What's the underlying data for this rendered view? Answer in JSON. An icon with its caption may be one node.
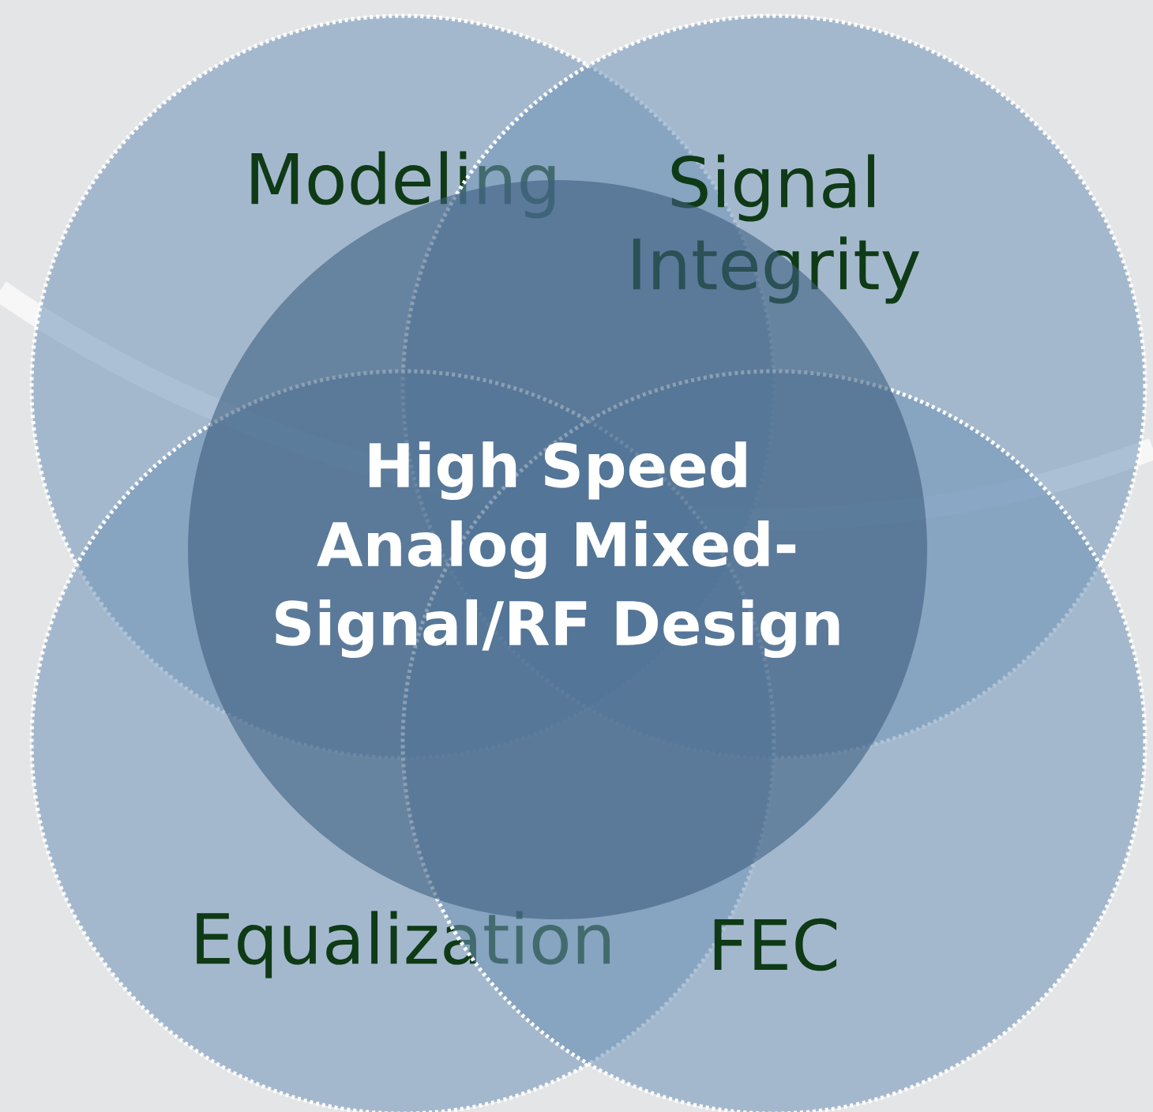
{
  "diagram": {
    "nodes": [
      {
        "text": [
          "Modeling"
        ]
      },
      {
        "text": [
          "Signal Integrity"
        ]
      },
      {
        "text": [
          "Equalization"
        ]
      },
      {
        "text": [
          "FEC"
        ]
      },
      {
        "text": [
          "High Speed Analog Mixed-Signal/RF Design"
        ]
      }
    ]
  }
}
